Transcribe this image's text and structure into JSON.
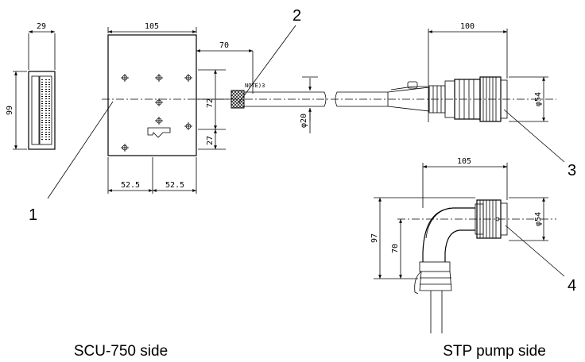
{
  "dimensions": {
    "plug_width": "29",
    "plug_height": "99",
    "box_width": "105",
    "cable_offset": "70",
    "box_upper": "72",
    "box_lower": "27",
    "box_half_left": "52.5",
    "box_half_right": "52.5",
    "cable_dia": "φ20",
    "straight_conn_len": "100",
    "straight_conn_dia": "φ54",
    "angled_conn_len": "105",
    "angled_conn_dia": "φ54",
    "angled_height_total": "97",
    "angled_height_center": "70"
  },
  "note_label": "NOTE)3",
  "callouts": [
    "1",
    "2",
    "3",
    "4"
  ],
  "captions": {
    "left": "SCU-750 side",
    "right": "STP pump side"
  }
}
